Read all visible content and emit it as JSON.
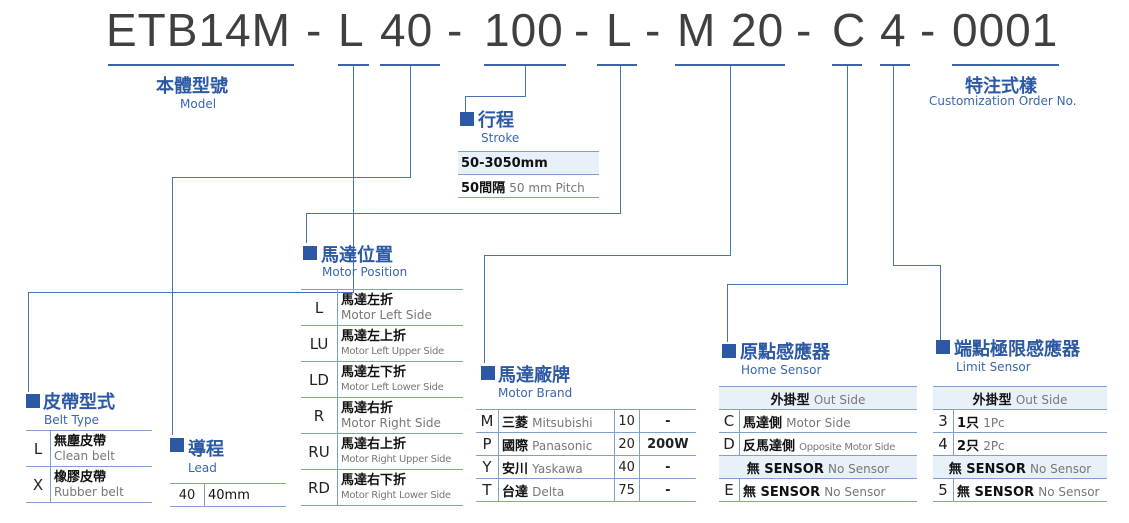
{
  "model_code": {
    "segments": [
      "ETB14M",
      "-",
      "L",
      "40",
      "-",
      "100",
      "-",
      "L",
      "-",
      "M",
      "20",
      "-",
      "C",
      "4",
      "-",
      "0001"
    ]
  },
  "model": {
    "cn": "本體型號",
    "en": "Model"
  },
  "custom": {
    "cn": "特注式樣",
    "en": "Customization Order No."
  },
  "stroke": {
    "cn": "行程",
    "en": "Stroke",
    "rows": [
      {
        "main": "50-3050mm",
        "sub": ""
      },
      {
        "main": "50間隔",
        "sub": "50 mm Pitch"
      }
    ]
  },
  "belt_type": {
    "cn": "皮帶型式",
    "en": "Belt Type",
    "rows": [
      {
        "code": "L",
        "cn": "無塵皮帶",
        "en": "Clean belt"
      },
      {
        "code": "X",
        "cn": "橡膠皮帶",
        "en": "Rubber belt"
      }
    ]
  },
  "lead": {
    "cn": "導程",
    "en": "Lead",
    "rows": [
      {
        "code": "40",
        "value": "40mm"
      }
    ]
  },
  "motor_position": {
    "cn": "馬達位置",
    "en": "Motor Position",
    "rows": [
      {
        "code": "L",
        "cn": "馬達左折",
        "en": "Motor Left Side"
      },
      {
        "code": "LU",
        "cn": "馬達左上折",
        "en": "Motor Left Upper Side"
      },
      {
        "code": "LD",
        "cn": "馬達左下折",
        "en": "Motor Left Lower Side"
      },
      {
        "code": "R",
        "cn": "馬達右折",
        "en": "Motor Right Side"
      },
      {
        "code": "RU",
        "cn": "馬達右上折",
        "en": "Motor Right Upper Side"
      },
      {
        "code": "RD",
        "cn": "馬達右下折",
        "en": "Motor Right Lower Side"
      }
    ]
  },
  "motor_brand": {
    "cn": "馬達廠牌",
    "en": "Motor Brand",
    "rows": [
      {
        "code": "M",
        "cn": "三菱",
        "en": "Mitsubishi",
        "num": "10",
        "power": "-"
      },
      {
        "code": "P",
        "cn": "國際",
        "en": "Panasonic",
        "num": "20",
        "power": "200W"
      },
      {
        "code": "Y",
        "cn": "安川",
        "en": "Yaskawa",
        "num": "40",
        "power": "-"
      },
      {
        "code": "T",
        "cn": "台達",
        "en": "Delta",
        "num": "75",
        "power": "-"
      }
    ]
  },
  "home_sensor": {
    "cn": "原點感應器",
    "en": "Home Sensor",
    "header_cn": "外掛型",
    "header_en": "Out Side",
    "rows": [
      {
        "code": "C",
        "cn": "馬達側",
        "en": "Motor Side"
      },
      {
        "code": "D",
        "cn": "反馬達側",
        "en": "Opposite Motor Side"
      }
    ],
    "nosensor_cn": "無 SENSOR",
    "nosensor_en": "No Sensor",
    "last": {
      "code": "E",
      "cn": "無 SENSOR",
      "en": "No Sensor"
    }
  },
  "limit_sensor": {
    "cn": "端點極限感應器",
    "en": "Limit Sensor",
    "header_cn": "外掛型",
    "header_en": "Out Side",
    "rows": [
      {
        "code": "3",
        "cn": "1只",
        "en": "1Pc"
      },
      {
        "code": "4",
        "cn": "2只",
        "en": "2Pc"
      }
    ],
    "nosensor_cn": "無 SENSOR",
    "nosensor_en": "No Sensor",
    "last": {
      "code": "5",
      "cn": "無 SENSOR",
      "en": "No Sensor"
    }
  },
  "colors": {
    "accent": "#2c58a4",
    "line": "#4a72b8",
    "shade": "#e8f0fa",
    "code_text": "#404040"
  }
}
